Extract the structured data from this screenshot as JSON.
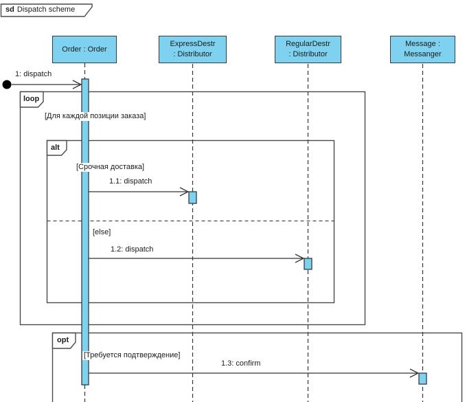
{
  "title": {
    "keyword": "sd",
    "text": "Dispatch scheme"
  },
  "lifelines": [
    {
      "id": "order",
      "line1": "Order : Order",
      "line2": ""
    },
    {
      "id": "express",
      "line1": "ExpressDestr",
      "line2": ": Distributor"
    },
    {
      "id": "regular",
      "line1": "RegularDestr",
      "line2": ": Distributor"
    },
    {
      "id": "messanger",
      "line1": "Message :",
      "line2": "Messanger"
    }
  ],
  "fragments": {
    "loop": {
      "operator": "loop",
      "guard": "[Для каждой позиции заказа]"
    },
    "alt": {
      "operator": "alt",
      "guard_if": "[Срочная доставка]",
      "guard_else": "[else]"
    },
    "opt": {
      "operator": "opt",
      "guard": "[Требуется подтверждение]"
    }
  },
  "messages": {
    "m1": "1: dispatch",
    "m1_1": "1.1: dispatch",
    "m1_2": "1.2: dispatch",
    "m1_3": "1.3: confirm"
  },
  "colors": {
    "lifeline_fill": "#7ED2F0",
    "box_border": "#333A40",
    "frame_border": "#4A4A4A",
    "line": "#333333",
    "text": "#1A1A1A"
  }
}
